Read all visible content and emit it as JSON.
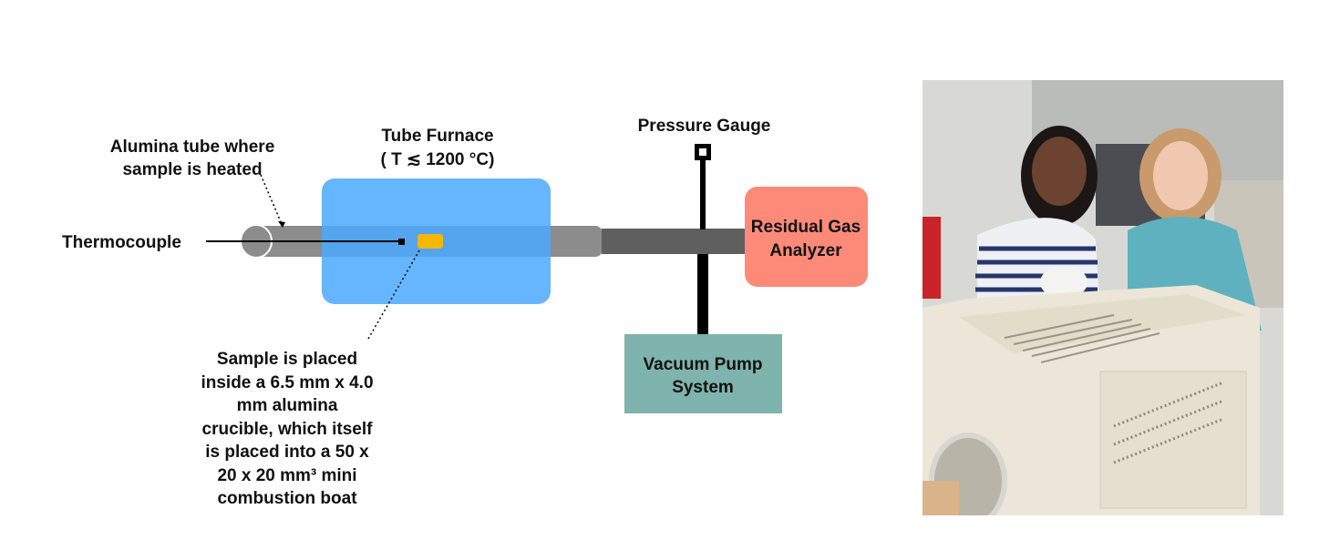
{
  "diagram": {
    "labels": {
      "alumina_tube": "Alumina tube where\nsample is heated",
      "tube_furnace_title": "Tube Furnace",
      "tube_furnace_temp": "( T ≲ 1200 °C)",
      "thermocouple": "Thermocouple",
      "pressure_gauge": "Pressure Gauge",
      "rga_line1": "Residual Gas",
      "rga_line2": "Analyzer",
      "vacuum_line1": "Vacuum Pump",
      "vacuum_line2": "System",
      "sample_note": "Sample is placed\ninside a 6.5 mm x 4.0\nmm alumina\ncrucible, which itself\nis placed into a 50 x\n20 x 20 mm³ mini\ncombustion boat"
    },
    "colors": {
      "furnace": "#4aa8ff",
      "tube": "#8c8c8c",
      "tube_dark": "#5f5f5f",
      "sample": "#f5b800",
      "rga": "#fd8a78",
      "vacuum": "#7fb3ad",
      "line": "#000000"
    }
  },
  "photo": {
    "description": "Two researchers smiling next to a beige tube furnace in a laboratory"
  }
}
